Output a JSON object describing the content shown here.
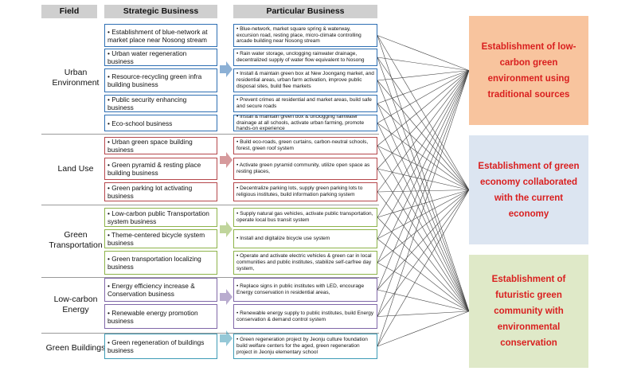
{
  "headers": {
    "field": "Field",
    "strategic": "Strategic Business",
    "particular": "Particular Business"
  },
  "fields": [
    {
      "name": "Urban Environment",
      "color": "#2e6fb3",
      "rows": [
        {
          "strategic": "Establishment of blue-network at market place near Nosong stream",
          "particular": "Blue-network, market square spring & waterway, excursion road, resting place, micro-climate controlling arcade building near Nosong stream"
        },
        {
          "strategic": "Urban water regeneration business",
          "particular": "Rain water storage, unclogging rainwater drainage, decentralized supply of water flow equivalent to Nosong"
        },
        {
          "strategic": "Resource-recycling green infra building business",
          "particular": "Install & maintain green box at New Joongang market, and residential areas, urban farm activation, improve public disposal sites, build flee markets"
        },
        {
          "strategic": "Public security enhancing business",
          "particular": "Prevent crimes at residential and market areas, build safe and secure roads"
        },
        {
          "strategic": "Eco-school business",
          "particular": "Install & maintain green box & unclogging rainwater drainage at all schools, activate urban farming, promote hands-on experience"
        }
      ]
    },
    {
      "name": "Land Use",
      "color": "#b5474b",
      "rows": [
        {
          "strategic": "Urban green space building business",
          "particular": "Build eco-roads, green curtains, carbon-neutral schools, forest, green roof system"
        },
        {
          "strategic": "Green pyramid & resting place building business",
          "particular": "Activate green pyramid community, utilize open space as resting places,"
        },
        {
          "strategic": "Green parking lot activating business",
          "particular": "Decentralize parking lots, supply green parking lots to religious institutes, build information parking system"
        }
      ]
    },
    {
      "name": "Green Transportation",
      "color": "#8db34a",
      "rows": [
        {
          "strategic": "Low-carbon public Transportation system business",
          "particular": "Supply natural gas vehicles, activate public transportation, operate local bus transit system"
        },
        {
          "strategic": "Theme-centered bicycle system business",
          "particular": "Install and digitalize bicycle use system"
        },
        {
          "strategic": "Green transportation localizing business",
          "particular": "Operate and activate electric vehicles & green car in local communities and public institutes, stabilize self-carfree day system,"
        }
      ]
    },
    {
      "name": "Low-carbon Energy",
      "color": "#8067a8",
      "rows": [
        {
          "strategic": "Energy efficiency increase & Conservation business",
          "particular": "Replace signs in public institutes with LED, encourage Energy conservation in residential areas,"
        },
        {
          "strategic": "Renewable energy promotion business",
          "particular": "Renewable energy supply to public institutes, build Energy conservation & demand control system"
        }
      ]
    },
    {
      "name": "Green Buildings",
      "color": "#3e9bb6",
      "rows": [
        {
          "strategic": "Green regeneration of buildings business",
          "particular": "Green regeneration project by Jeonju culture foundation build welfare centers for the aged, green regeneration project in Jeonju elementary school"
        }
      ]
    }
  ],
  "goals": [
    {
      "text": "Establishment of low-carbon green environment using traditional sources",
      "bg": "#f8c49e"
    },
    {
      "text": "Establishment of green economy collaborated with the current economy",
      "bg": "#dce5f1"
    },
    {
      "text": "Establishment of futuristic green community with environmental conservation",
      "bg": "#dfe9c8"
    }
  ],
  "colors": {
    "line": "#444444",
    "header_bg": "#cfcfcf",
    "goal_text": "#d91f1f"
  }
}
